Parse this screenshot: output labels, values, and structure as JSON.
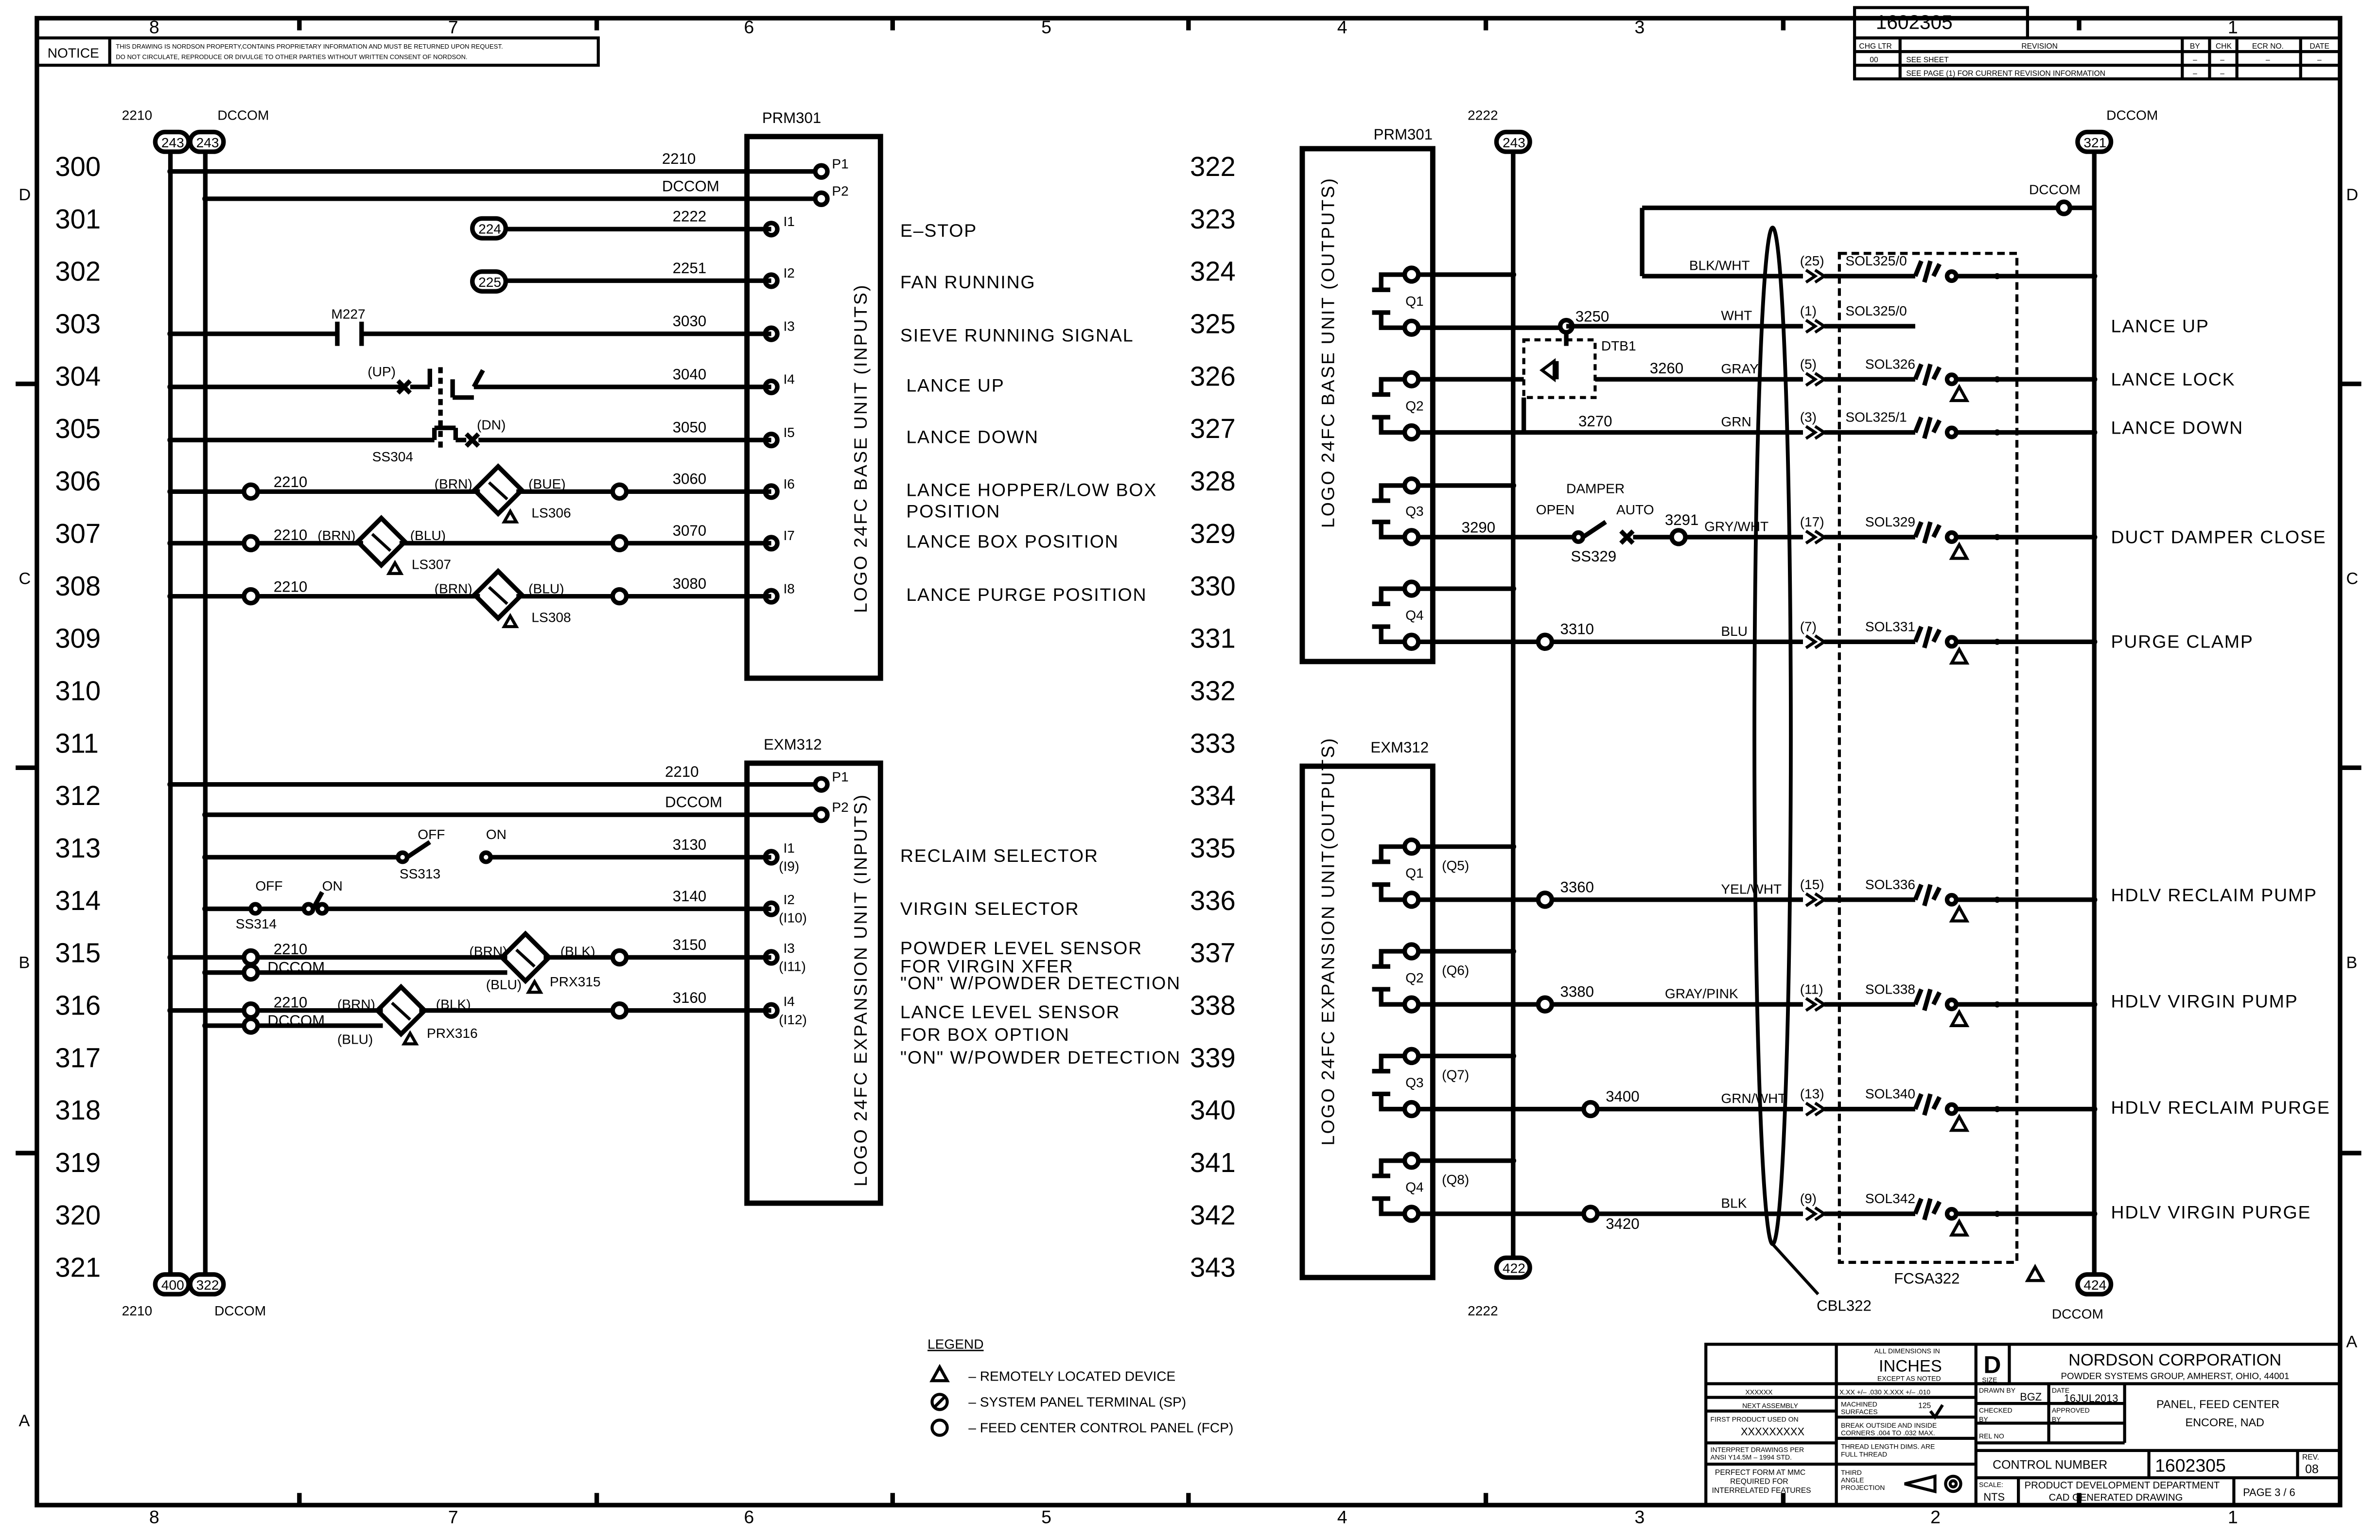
{
  "drawing_number": "1602305",
  "notice": {
    "label": "NOTICE",
    "line1": "THIS DRAWING IS NORDSON PROPERTY,CONTAINS PROPRIETARY INFORMATION AND MUST BE RETURNED UPON REQUEST.",
    "line2": "DO NOT CIRCULATE, REPRODUCE OR DIVULGE TO OTHER PARTIES WITHOUT WRITTEN CONSENT OF NORDSON."
  },
  "zones": [
    "8",
    "7",
    "6",
    "5",
    "4",
    "3",
    "2",
    "1"
  ],
  "row_zones": [
    "D",
    "C",
    "B",
    "A"
  ],
  "revision": {
    "headers": [
      "CHG LTR",
      "REVISION",
      "BY",
      "CHK",
      "ECR NO.",
      "DATE"
    ],
    "row1": [
      "00",
      "SEE SHEET",
      "–",
      "–",
      "–",
      "–"
    ],
    "row2": [
      "",
      "SEE PAGE (1) FOR CURRENT REVISION INFORMATION",
      "–",
      "–",
      "",
      ""
    ]
  },
  "left_rungs": [
    "300",
    "301",
    "302",
    "303",
    "304",
    "305",
    "306",
    "307",
    "308",
    "309",
    "310",
    "311",
    "312",
    "313",
    "314",
    "315",
    "316",
    "317",
    "318",
    "319",
    "320",
    "321"
  ],
  "mid_rungs": [
    "322",
    "323",
    "324",
    "325",
    "326",
    "327",
    "328",
    "329",
    "330",
    "331",
    "332",
    "333",
    "334",
    "335",
    "336",
    "337",
    "338",
    "339",
    "340",
    "341",
    "342",
    "343"
  ],
  "left_bus": {
    "top_wire_a": "2210",
    "top_wire_b": "DCCOM",
    "tag_a_top": "243",
    "tag_b_top": "243",
    "tag_a_bottom": "400",
    "tag_b_bottom": "322",
    "bottom_wire_a": "2210",
    "bottom_wire_b": "DCCOM"
  },
  "prm_in": {
    "title": "PRM301",
    "vlabel": "LOGO 24FC BASE UNIT (INPUTS)",
    "pins": [
      "P1",
      "P2",
      "I1",
      "I2",
      "I3",
      "I4",
      "I5",
      "I6",
      "I7",
      "I8"
    ],
    "wires": [
      "2210",
      "DCCOM",
      "2222",
      "2251",
      "3030",
      "3040",
      "3050",
      "3060",
      "3070",
      "3080"
    ]
  },
  "exm_in": {
    "title": "EXM312",
    "vlabel": "LOGO 24FC EXPANSION UNIT (INPUTS)",
    "pins": [
      "P1",
      "P2",
      "I1",
      "I2",
      "I3",
      "I4"
    ],
    "pins_alt": [
      "(I9)",
      "(I10)",
      "(I11)",
      "(I12)"
    ],
    "wires": [
      "2210",
      "DCCOM",
      "3130",
      "3140",
      "3150",
      "3160"
    ]
  },
  "input_devices": {
    "tag224": "224",
    "tag225": "225",
    "m227": "M227",
    "up": "(UP)",
    "dn": "(DN)",
    "ss304": "SS304",
    "w2210": "2210",
    "dccom": "DCCOM",
    "brn": "(BRN)",
    "bue": "(BUE)",
    "blu": "(BLU)",
    "blk": "(BLK)",
    "ls306": "LS306",
    "ls307": "LS307",
    "ls308": "LS308",
    "off": "OFF",
    "on": "ON",
    "ss313": "SS313",
    "ss314": "SS314",
    "prx315": "PRX315",
    "prx316": "PRX316"
  },
  "input_descriptions": [
    "E–STOP",
    "FAN RUNNING",
    "SIEVE RUNNING SIGNAL",
    "LANCE UP",
    "LANCE DOWN",
    "LANCE HOPPER/LOW BOX",
    "POSITION",
    "LANCE BOX POSITION",
    "LANCE PURGE POSITION",
    "RECLAIM SELECTOR",
    "VIRGIN SELECTOR",
    "POWDER LEVEL SENSOR",
    "FOR VIRGIN XFER",
    "\"ON\" W/POWDER DETECTION",
    "LANCE LEVEL SENSOR",
    "FOR BOX OPTION",
    "\"ON\" W/POWDER DETECTION"
  ],
  "prm_out": {
    "title": "PRM301",
    "vlabel": "LOGO 24FC BASE UNIT (OUTPUTS)",
    "q": [
      "Q1",
      "Q2",
      "Q3",
      "Q4"
    ]
  },
  "exm_out": {
    "title": "EXM312",
    "vlabel": "LOGO 24FC EXPANSION UNIT(OUTPUTS)",
    "q": [
      "Q1",
      "Q2",
      "Q3",
      "Q4"
    ],
    "q_alt": [
      "(Q5)",
      "(Q6)",
      "(Q7)",
      "(Q8)"
    ]
  },
  "right_bus": {
    "top_wire": "2222",
    "tag_top": "243",
    "tag_bottom": "422",
    "bottom_wire": "2222",
    "dccom_top": "DCCOM",
    "dccom_tag_top": "321",
    "dccom_tag_bottom": "424",
    "dccom_bottom": "DCCOM",
    "dccom_wire": "DCCOM"
  },
  "output_misc": {
    "w3250": "3250",
    "dtb1": "DTB1",
    "w3260": "3260",
    "w3270": "3270",
    "damper": "DAMPER",
    "open": "OPEN",
    "auto": "AUTO",
    "w3290": "3290",
    "w3291": "3291",
    "ss329": "SS329",
    "cbl322": "CBL322",
    "fcsa322": "FCSA322"
  },
  "outputs": [
    {
      "wire": "",
      "color": "BLK/WHT",
      "pin": "(25)",
      "sol": "SOL325/0",
      "desc": "LANCE UP"
    },
    {
      "wire": "",
      "color": "WHT",
      "pin": "(1)",
      "sol": "",
      "desc": ""
    },
    {
      "wire": "",
      "color": "GRAY",
      "pin": "(5)",
      "sol": "SOL326",
      "desc": "LANCE LOCK"
    },
    {
      "wire": "",
      "color": "GRN",
      "pin": "(3)",
      "sol": "SOL325/1",
      "desc": "LANCE DOWN"
    },
    {
      "wire": "",
      "color": "GRY/WHT",
      "pin": "(17)",
      "sol": "SOL329",
      "desc": "DUCT DAMPER CLOSE"
    },
    {
      "wire": "3310",
      "color": "BLU",
      "pin": "(7)",
      "sol": "SOL331",
      "desc": "PURGE CLAMP"
    },
    {
      "wire": "3360",
      "color": "YEL/WHT",
      "pin": "(15)",
      "sol": "SOL336",
      "desc": "HDLV RECLAIM PUMP"
    },
    {
      "wire": "3380",
      "color": "GRAY/PINK",
      "pin": "(11)",
      "sol": "SOL338",
      "desc": "HDLV VIRGIN PUMP"
    },
    {
      "wire": "3400",
      "color": "GRN/WHT",
      "pin": "(13)",
      "sol": "SOL340",
      "desc": "HDLV RECLAIM PURGE"
    },
    {
      "wire": "3420",
      "color": "BLK",
      "pin": "(9)",
      "sol": "SOL342",
      "desc": "HDLV VIRGIN PURGE"
    }
  ],
  "legend": {
    "title": "LEGEND",
    "items": [
      "– REMOTELY LOCATED DEVICE",
      "– SYSTEM PANEL TERMINAL (SP)",
      "– FEED CENTER CONTROL PANEL (FCP)"
    ]
  },
  "title_block": {
    "dims1": "ALL DIMENSIONS IN",
    "dims2": "INCHES",
    "dims3": "EXCEPT AS NOTED",
    "size": "D",
    "size_lbl": "SIZE",
    "company": "NORDSON CORPORATION",
    "division": "POWDER SYSTEMS GROUP, AMHERST, OHIO, 44001",
    "xxxx": "XXXXXX",
    "next_assy": "NEXT ASSEMBLY",
    "first_product": "FIRST PRODUCT USED ON",
    "first_val": "XXXXXXXXX",
    "interpret": "INTERPRET DRAWINGS PER",
    "interpret2": "ANSI Y14.5M – 1994 STD.",
    "perfect1": "PERFECT FORM AT MMC",
    "perfect2": "REQUIRED FOR",
    "perfect3": "INTERRELATED FEATURES",
    "tol": "X.XX  +/– .030 X.XXX  +/– .010",
    "machined": "MACHINED",
    "surfaces": "SURFACES",
    "finish": "125",
    "break1": "BREAK OUTSIDE AND INSIDE",
    "break2": "CORNERS .004 TO .032 MAX.",
    "thread1": "THREAD LENGTH DIMS. ARE",
    "thread2": "FULL THREAD",
    "third1": "THIRD",
    "third2": "ANGLE",
    "third3": "PROJECTION",
    "drawn_by": "DRAWN BY",
    "drawn_val": "BGZ",
    "date_lbl": "DATE",
    "date_val": "16JUL2013",
    "checked": "CHECKED",
    "approved": "APPROVED",
    "by": "BY",
    "rel_no": "REL NO",
    "title1": "PANEL, FEED CENTER",
    "title2": "ENCORE, NAD",
    "control_lbl": "CONTROL NUMBER",
    "control_val": "1602305",
    "rev_lbl": "REV.",
    "rev_val": "08",
    "scale_lbl": "SCALE:",
    "scale_val": "NTS",
    "dept1": "PRODUCT DEVELOPMENT DEPARTMENT",
    "dept2": "CAD GENERATED DRAWING",
    "page": "PAGE  3 / 6"
  }
}
